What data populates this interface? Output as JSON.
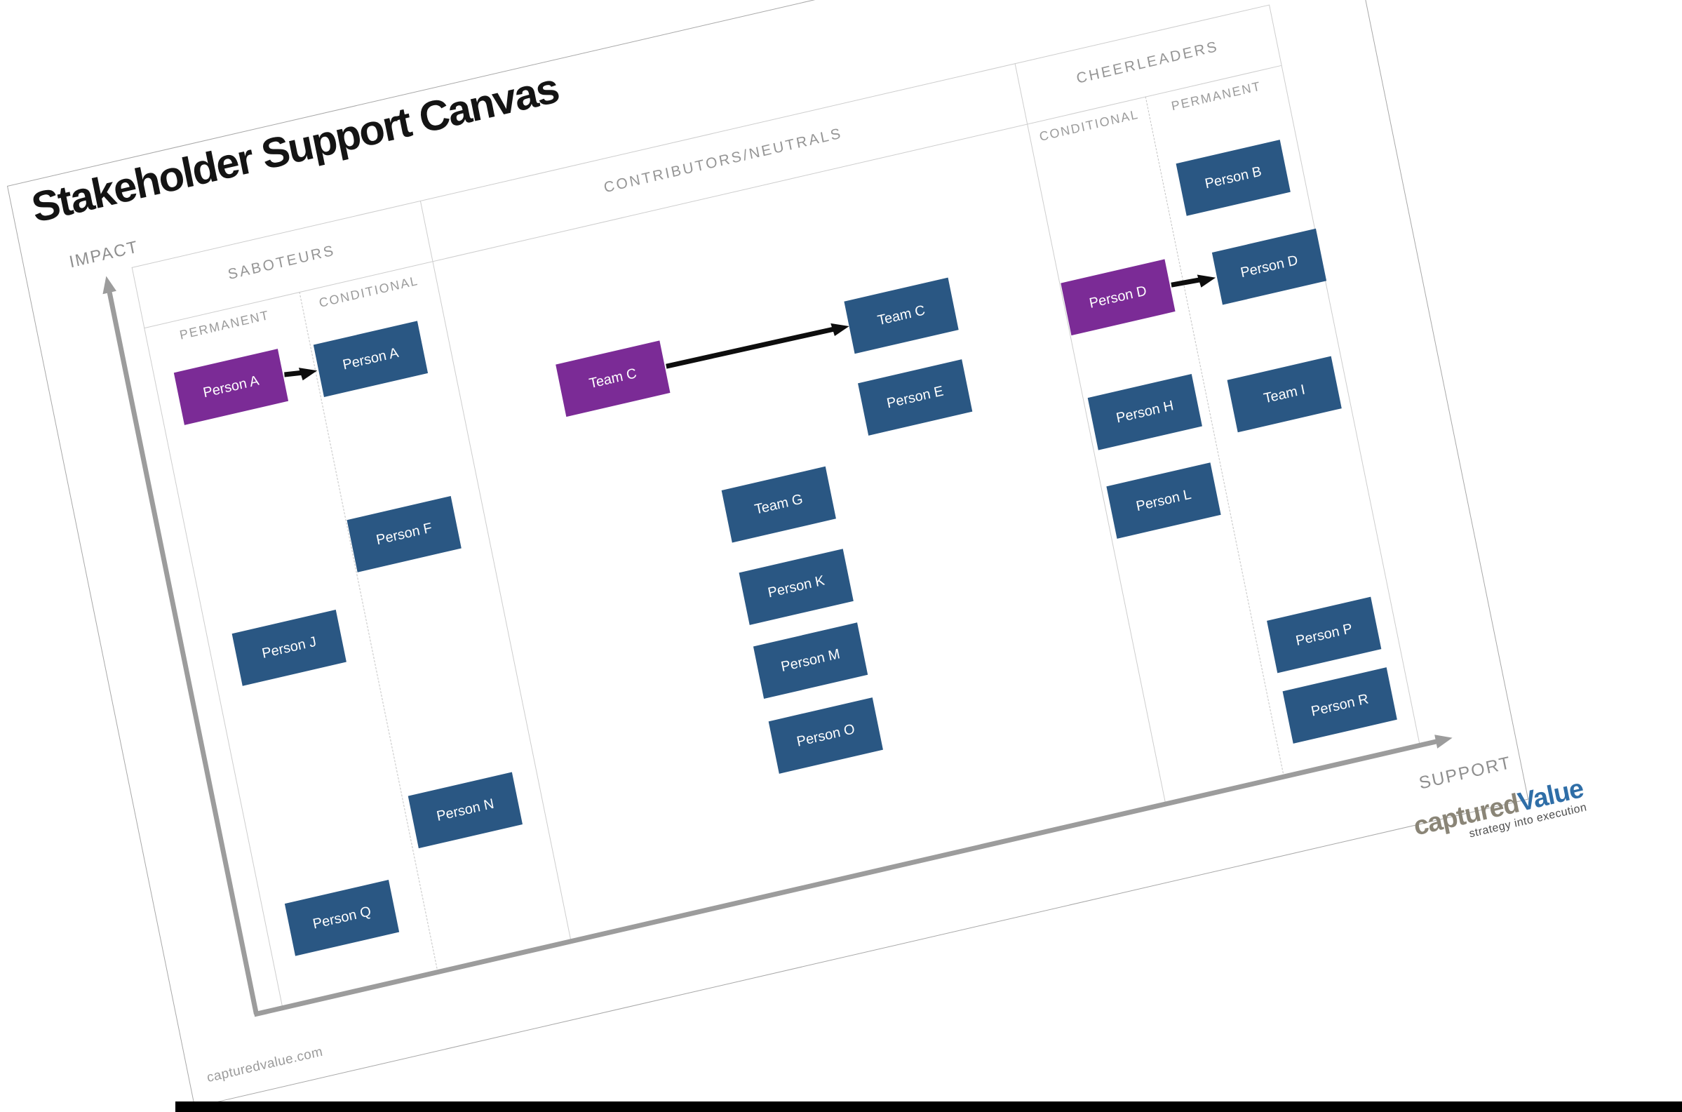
{
  "title": "Stakeholder Support Canvas",
  "axes": {
    "y_label": "IMPACT",
    "x_label": "SUPPORT"
  },
  "sections": [
    {
      "label": "SABOTEURS",
      "sub": [
        "PERMANENT",
        "CONDITIONAL"
      ]
    },
    {
      "label": "CONTRIBUTORS/NEUTRALS",
      "sub": []
    },
    {
      "label": "CHEERLEADERS",
      "sub": [
        "CONDITIONAL",
        "PERMANENT"
      ]
    }
  ],
  "boxes": [
    {
      "label": "Person A",
      "zone": "Saboteurs / Permanent",
      "highlight": true
    },
    {
      "label": "Person A",
      "zone": "Saboteurs / Conditional",
      "highlight": false
    },
    {
      "label": "Person F",
      "zone": "Saboteurs / Conditional",
      "highlight": false
    },
    {
      "label": "Person J",
      "zone": "Saboteurs / Permanent",
      "highlight": false
    },
    {
      "label": "Person N",
      "zone": "Saboteurs / Conditional",
      "highlight": false
    },
    {
      "label": "Person Q",
      "zone": "Saboteurs / Permanent",
      "highlight": false
    },
    {
      "label": "Team C",
      "zone": "Contributors/Neutrals",
      "highlight": true
    },
    {
      "label": "Team C",
      "zone": "Contributors/Neutrals",
      "highlight": false
    },
    {
      "label": "Person E",
      "zone": "Contributors/Neutrals",
      "highlight": false
    },
    {
      "label": "Team G",
      "zone": "Contributors/Neutrals",
      "highlight": false
    },
    {
      "label": "Person K",
      "zone": "Contributors/Neutrals",
      "highlight": false
    },
    {
      "label": "Person M",
      "zone": "Contributors/Neutrals",
      "highlight": false
    },
    {
      "label": "Person O",
      "zone": "Contributors/Neutrals",
      "highlight": false
    },
    {
      "label": "Person D",
      "zone": "Cheerleaders / Conditional",
      "highlight": true
    },
    {
      "label": "Person H",
      "zone": "Cheerleaders / Conditional",
      "highlight": false
    },
    {
      "label": "Person L",
      "zone": "Cheerleaders / Conditional",
      "highlight": false
    },
    {
      "label": "Person B",
      "zone": "Cheerleaders / Permanent",
      "highlight": false
    },
    {
      "label": "Person D",
      "zone": "Cheerleaders / Permanent",
      "highlight": false
    },
    {
      "label": "Team I",
      "zone": "Cheerleaders / Permanent",
      "highlight": false
    },
    {
      "label": "Person P",
      "zone": "Cheerleaders / Permanent",
      "highlight": false
    },
    {
      "label": "Person R",
      "zone": "Cheerleaders / Permanent",
      "highlight": false
    }
  ],
  "arrows": [
    {
      "from": "Person A",
      "from_zone": "Saboteurs / Permanent",
      "to": "Person A",
      "to_zone": "Saboteurs / Conditional"
    },
    {
      "from": "Team C",
      "from_zone": "Contributors/Neutrals",
      "to": "Team C",
      "to_zone": "Contributors/Neutrals"
    },
    {
      "from": "Person D",
      "from_zone": "Cheerleaders / Conditional",
      "to": "Person D",
      "to_zone": "Cheerleaders / Permanent"
    }
  ],
  "footer": {
    "website": "capturedvalue.com"
  },
  "logo": {
    "brand_left": "captured",
    "brand_right": "Value",
    "tagline": "strategy into execution"
  },
  "colors": {
    "box_blue": "#2A5783",
    "box_purple": "#7B2B96",
    "axis_gray": "#9c9c9c",
    "header_gray": "#959595",
    "logo_gray": "#8A8577",
    "logo_blue": "#2F6EA7"
  }
}
